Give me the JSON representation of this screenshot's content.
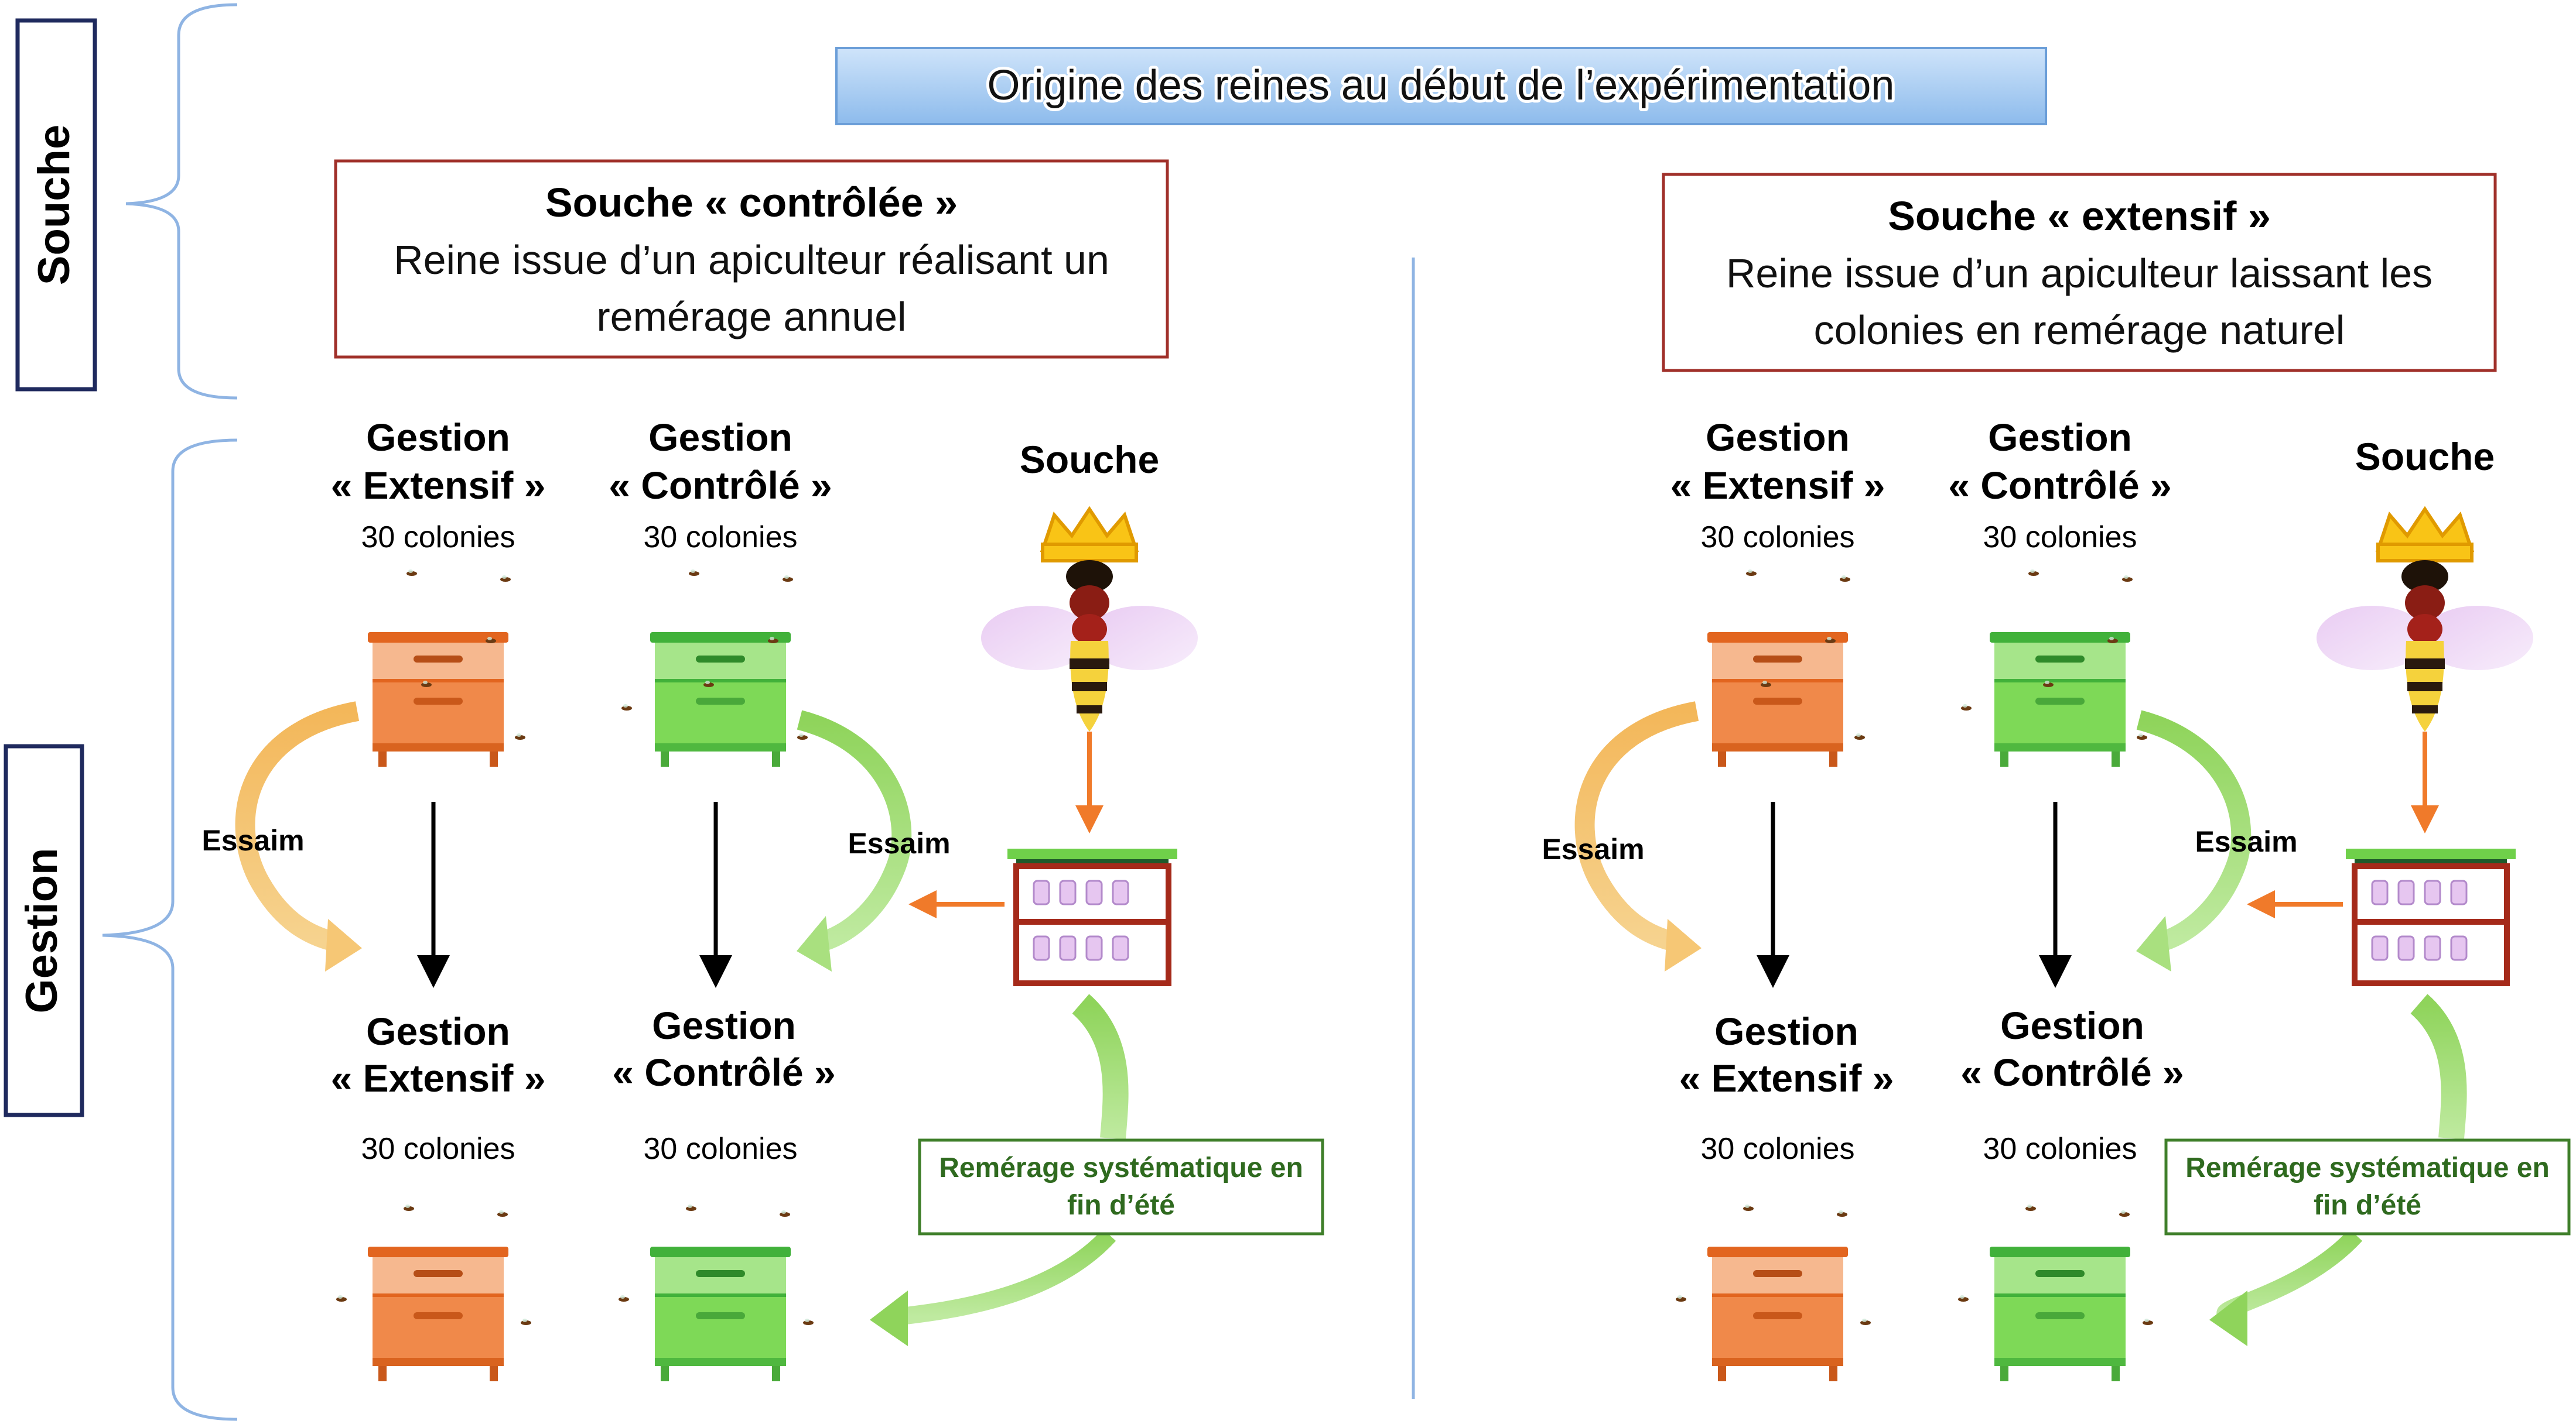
{
  "header": {
    "title": "Origine des reines au début de l’expérimentation"
  },
  "side_labels": {
    "strain": "Souche",
    "management": "Gestion"
  },
  "panels": [
    {
      "id": "left",
      "strain_box": {
        "title": "Souche « contrôlée »",
        "line1": "Reine issue d’un apiculteur réalisant un",
        "line2": "remérage annuel"
      },
      "top_groups": [
        {
          "line1": "Gestion",
          "line2": "« Extensif »",
          "count": "30 colonies",
          "color": "orange"
        },
        {
          "line1": "Gestion",
          "line2": "« Contrôlé »",
          "count": "30 colonies",
          "color": "green"
        }
      ],
      "queen_source": "Souche",
      "swarm_left": "Essaim",
      "swarm_right": "Essaim",
      "bottom_groups": [
        {
          "line1": "Gestion",
          "line2": "« Extensif »",
          "count": "30 colonies",
          "color": "orange"
        },
        {
          "line1": "Gestion",
          "line2": "« Contrôlé »",
          "count": "30 colonies",
          "color": "green"
        }
      ],
      "requeening": {
        "line1": "Remérage systématique en",
        "line2": "fin d’été"
      }
    },
    {
      "id": "right",
      "strain_box": {
        "title": "Souche « extensif »",
        "line1": "Reine issue d’un apiculteur laissant les",
        "line2": "colonies en remérage naturel"
      },
      "top_groups": [
        {
          "line1": "Gestion",
          "line2": "« Extensif »",
          "count": "30 colonies",
          "color": "orange"
        },
        {
          "line1": "Gestion",
          "line2": "« Contrôlé »",
          "count": "30 colonies",
          "color": "green"
        }
      ],
      "queen_source": "Souche",
      "swarm_left": "Essaim",
      "swarm_right": "Essaim",
      "bottom_groups": [
        {
          "line1": "Gestion",
          "line2": "« Extensif »",
          "count": "30 colonies",
          "color": "orange"
        },
        {
          "line1": "Gestion",
          "line2": "« Contrôlé »",
          "count": "30 colonies",
          "color": "green"
        }
      ],
      "requeening": {
        "line1": "Remérage systématique en",
        "line2": "fin d’été"
      }
    }
  ],
  "colors": {
    "brace": "#8fb4e3",
    "side_box": "#1f2a5e",
    "strain_box_border": "#a0302a",
    "header_fill": "#a9cdf2",
    "orange_hive": "#f08a4b",
    "green_hive": "#7ed957",
    "requeen_border": "#3f7f2a",
    "requeen_text": "#2f6a1f",
    "feed_arrow": "#f07a2a"
  },
  "icons": [
    "bracket-icon",
    "hive-icon",
    "queen-bee-icon",
    "crown-icon",
    "queen-rearing-frame-icon",
    "curved-arrow-icon",
    "bee-icon"
  ]
}
